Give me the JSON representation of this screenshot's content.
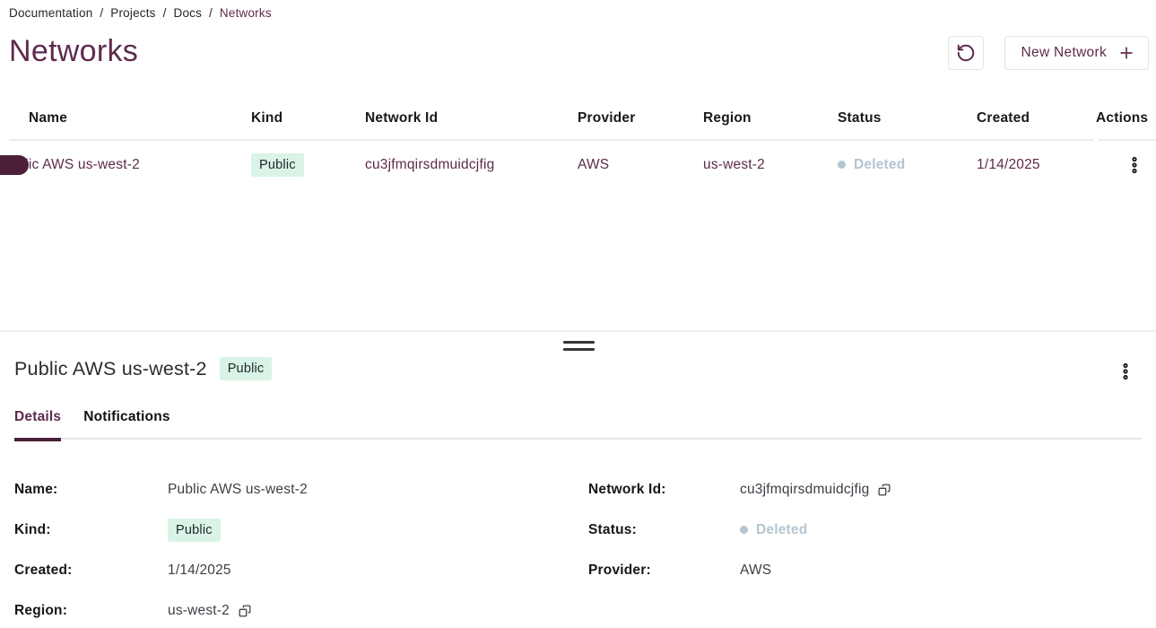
{
  "breadcrumb": {
    "separator": "/",
    "segments": [
      {
        "label": "Documentation"
      },
      {
        "label": "Projects"
      },
      {
        "label": "Docs"
      }
    ],
    "current": "Networks"
  },
  "header": {
    "title": "Networks",
    "new_network_label": "New Network"
  },
  "table": {
    "columns": [
      "Name",
      "Kind",
      "Network Id",
      "Provider",
      "Region",
      "Status",
      "Created",
      "Actions"
    ],
    "rows": [
      {
        "name": "Public AWS us-west-2",
        "kind": "Public",
        "network_id": "cu3jfmqirsdmuidcjfig",
        "provider": "AWS",
        "region": "us-west-2",
        "status": "Deleted",
        "created": "1/14/2025"
      }
    ]
  },
  "drawer": {
    "title": "Public AWS us-west-2",
    "badge": "Public",
    "tabs": [
      {
        "label": "Details",
        "active": true
      },
      {
        "label": "Notifications",
        "active": false
      }
    ],
    "details": {
      "name_label": "Name:",
      "name_value": "Public AWS us-west-2",
      "network_id_label": "Network Id:",
      "network_id_value": "cu3jfmqirsdmuidcjfig",
      "kind_label": "Kind:",
      "kind_value": "Public",
      "status_label": "Status:",
      "status_value": "Deleted",
      "created_label": "Created:",
      "created_value": "1/14/2025",
      "provider_label": "Provider:",
      "provider_value": "AWS",
      "region_label": "Region:",
      "region_value": "us-west-2"
    }
  },
  "colors": {
    "accent_maroon": "#5e2b4d",
    "marker_dark_maroon": "#4b2038",
    "badge_bg_mint": "#d9f4e6",
    "status_muted_blue_gray": "#b4c5cf",
    "border_gray": "#ececec"
  }
}
